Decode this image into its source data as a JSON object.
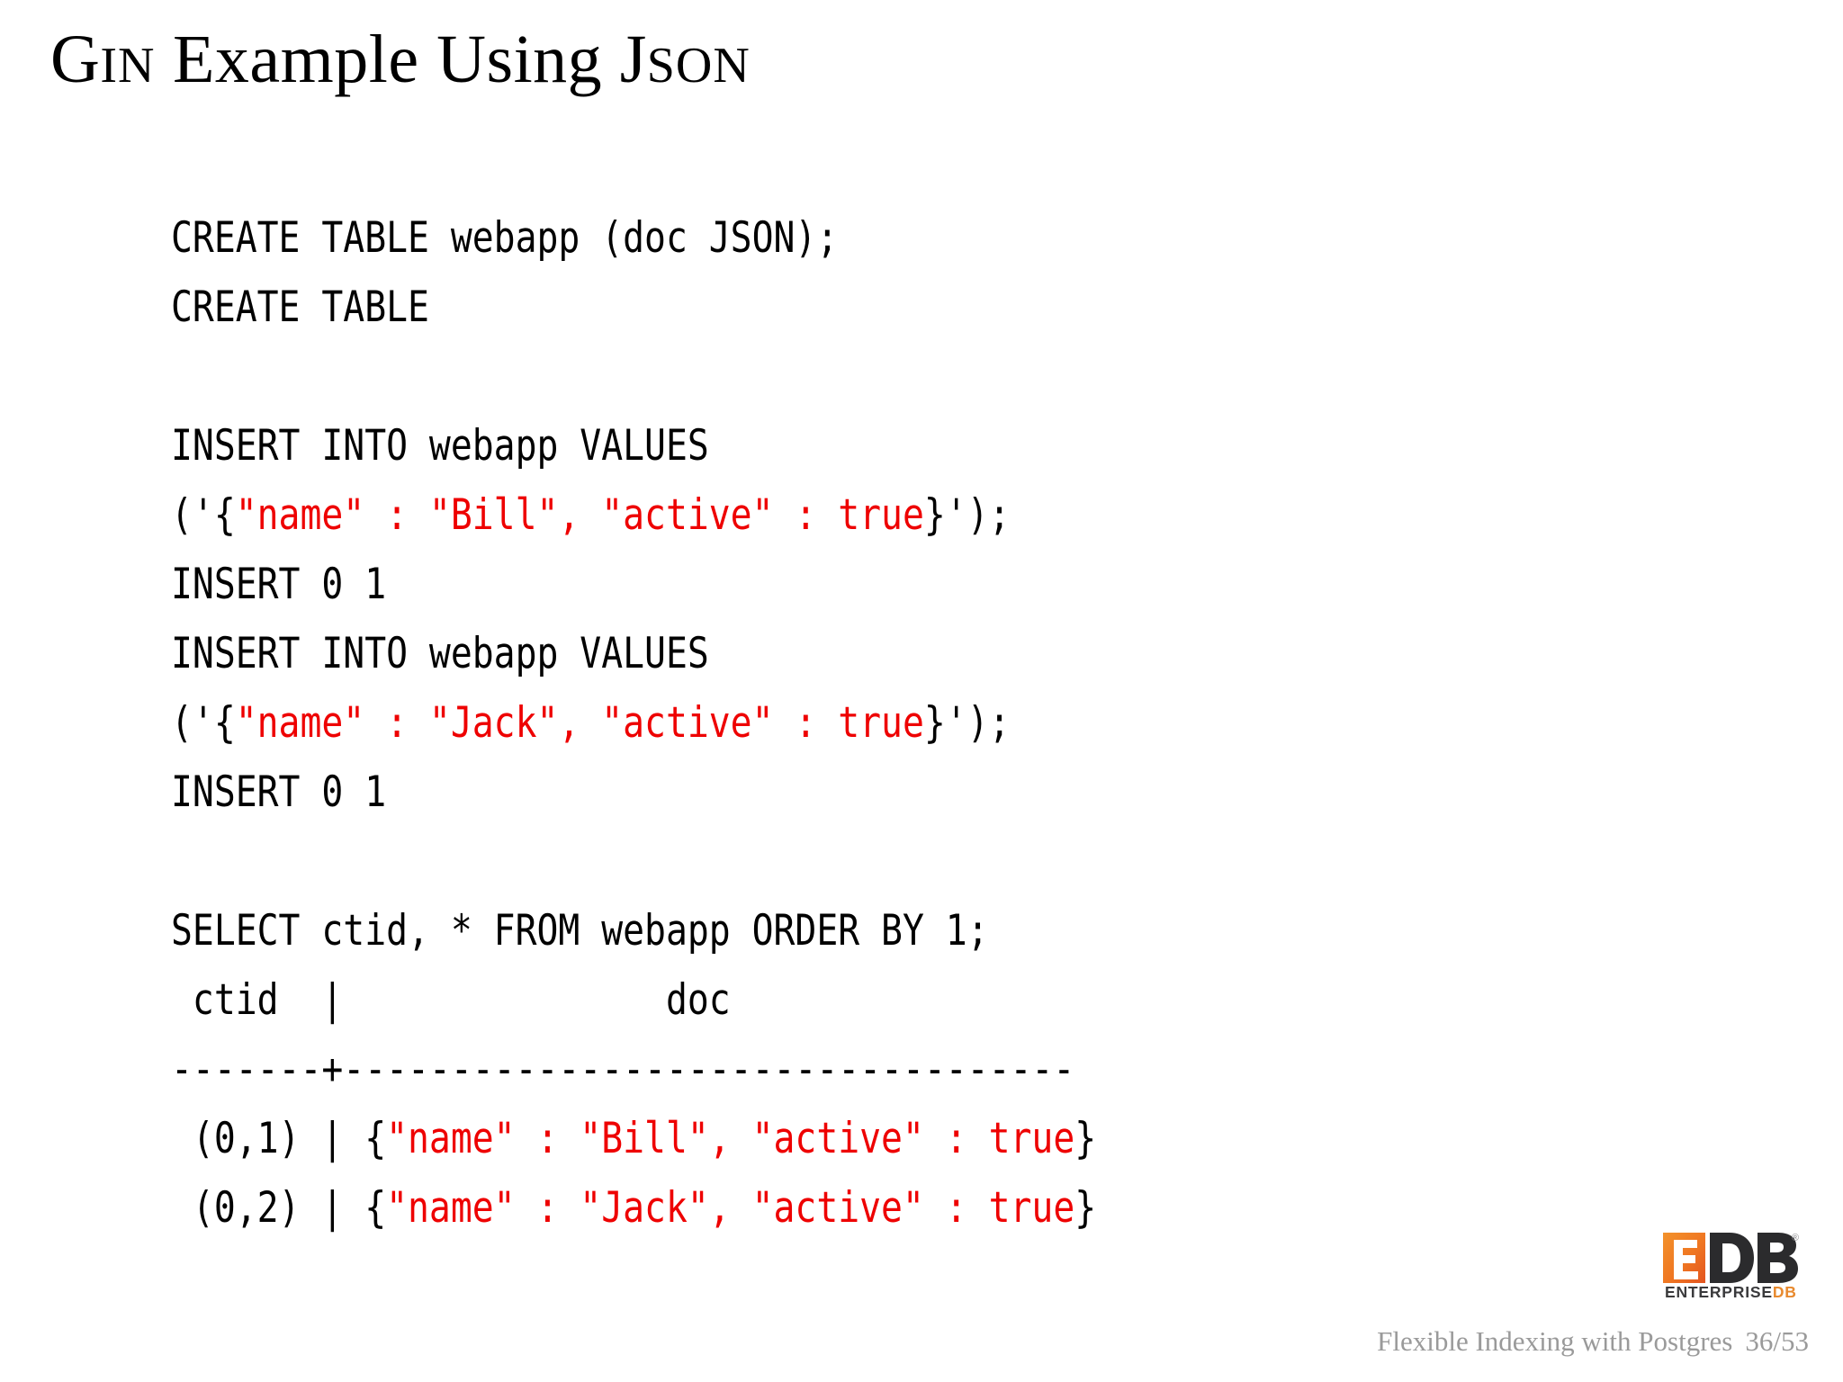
{
  "slide": {
    "title_parts": {
      "gin_lead": "G",
      "gin_rest": "IN",
      "middle": " Example Using ",
      "json_lead": "J",
      "json_rest": "SON"
    },
    "title_plain": "GIN Example Using JSON",
    "background_color": "#ffffff"
  },
  "code": {
    "font_color": "#000000",
    "highlight_color": "#ee0000",
    "lines": [
      {
        "id": "line-create-table-stmt",
        "segments": [
          {
            "text": "CREATE TABLE webapp (doc JSON);",
            "color": "black"
          }
        ]
      },
      {
        "id": "line-create-table-result",
        "segments": [
          {
            "text": "CREATE TABLE",
            "color": "black"
          }
        ]
      },
      {
        "id": "line-blank-1",
        "segments": [
          {
            "text": "",
            "color": "black"
          }
        ]
      },
      {
        "id": "line-insert-bill-stmt",
        "segments": [
          {
            "text": "INSERT INTO webapp VALUES",
            "color": "black"
          }
        ]
      },
      {
        "id": "line-insert-bill-values",
        "segments": [
          {
            "text": "('{",
            "color": "black"
          },
          {
            "text": "\"name\" : \"Bill\", \"active\" : true",
            "color": "red"
          },
          {
            "text": "}');",
            "color": "black"
          }
        ]
      },
      {
        "id": "line-insert-bill-result",
        "segments": [
          {
            "text": "INSERT 0 1",
            "color": "black"
          }
        ]
      },
      {
        "id": "line-insert-jack-stmt",
        "segments": [
          {
            "text": "INSERT INTO webapp VALUES",
            "color": "black"
          }
        ]
      },
      {
        "id": "line-insert-jack-values",
        "segments": [
          {
            "text": "('{",
            "color": "black"
          },
          {
            "text": "\"name\" : \"Jack\", \"active\" : true",
            "color": "red"
          },
          {
            "text": "}');",
            "color": "black"
          }
        ]
      },
      {
        "id": "line-insert-jack-result",
        "segments": [
          {
            "text": "INSERT 0 1",
            "color": "black"
          }
        ]
      },
      {
        "id": "line-blank-2",
        "segments": [
          {
            "text": "",
            "color": "black"
          }
        ]
      },
      {
        "id": "line-select-stmt",
        "segments": [
          {
            "text": "SELECT ctid, * FROM webapp ORDER BY 1;",
            "color": "black"
          }
        ]
      },
      {
        "id": "line-result-header",
        "segments": [
          {
            "text": " ctid  |               doc",
            "color": "black"
          }
        ]
      },
      {
        "id": "line-result-divider",
        "segments": [
          {
            "text": "-------+----------------------------------",
            "color": "black"
          }
        ]
      },
      {
        "id": "line-result-row-1",
        "segments": [
          {
            "text": " (0,1) | {",
            "color": "black"
          },
          {
            "text": "\"name\" : \"Bill\", \"active\" : true",
            "color": "red"
          },
          {
            "text": "}",
            "color": "black"
          }
        ]
      },
      {
        "id": "line-result-row-2",
        "segments": [
          {
            "text": " (0,2) | {",
            "color": "black"
          },
          {
            "text": "\"name\" : \"Jack\", \"active\" : true",
            "color": "red"
          },
          {
            "text": "}",
            "color": "black"
          }
        ]
      }
    ]
  },
  "result_table": {
    "columns": [
      "ctid",
      "doc"
    ],
    "rows": [
      {
        "ctid": "(0,1)",
        "doc": "{\"name\" : \"Bill\", \"active\" : true}"
      },
      {
        "ctid": "(0,2)",
        "doc": "{\"name\" : \"Jack\", \"active\" : true}"
      }
    ]
  },
  "logo": {
    "mark_text": "EDB",
    "wordmark_enterprise": "ENTERPRISE",
    "wordmark_db": "DB",
    "registered_mark": "®",
    "orange": "#ee7623",
    "dark": "#2b2b2d"
  },
  "footer": {
    "deck_title": "Flexible Indexing with Postgres",
    "page_label": "36/53",
    "color": "#9a9a9a"
  }
}
